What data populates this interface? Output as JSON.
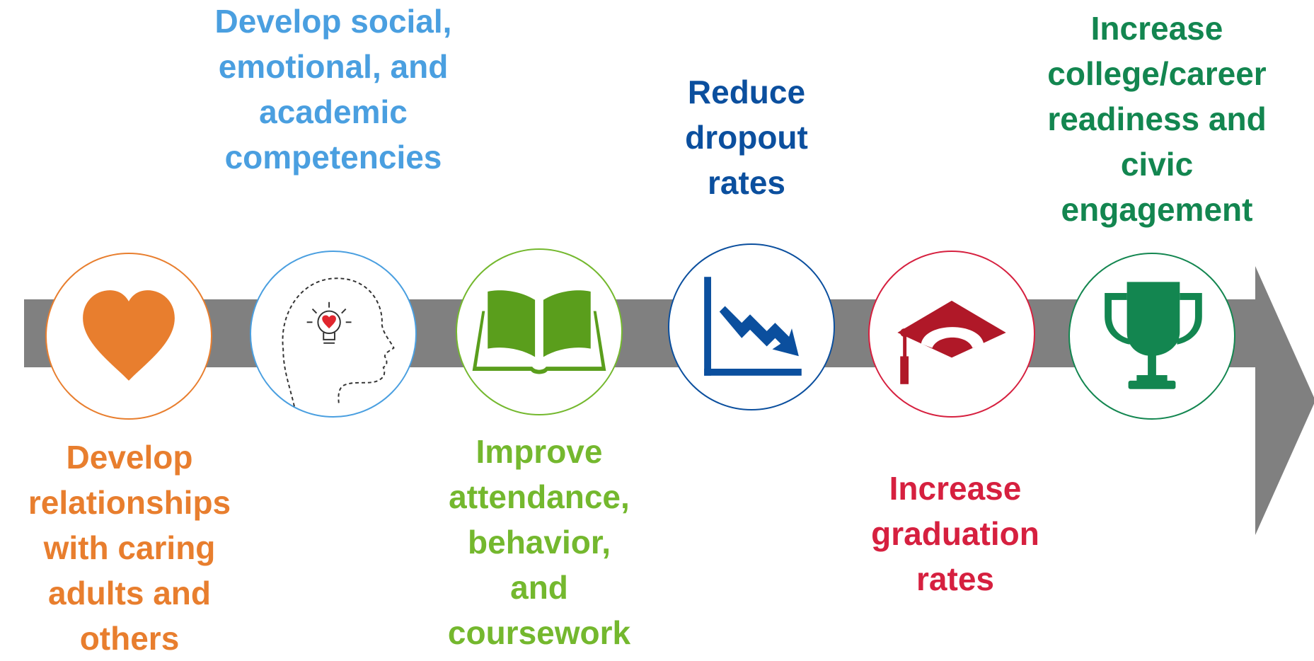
{
  "steps": [
    {
      "label": "Develop\nrelationships\nwith caring\nadults and\nothers",
      "color": "#E87E2E",
      "icon": "heart-icon"
    },
    {
      "label": "Develop social,\nemotional, and\nacademic\ncompetencies",
      "color": "#4A9FE0",
      "icon": "head-lightbulb-icon"
    },
    {
      "label": "Improve\nattendance,\nbehavior,\nand\ncoursework",
      "color": "#74B82E",
      "icon": "open-book-icon"
    },
    {
      "label": "Reduce\ndropout\nrates",
      "color": "#0B4F9E",
      "icon": "declining-chart-icon"
    },
    {
      "label": "Increase\ngraduation\nrates",
      "color": "#D6203F",
      "icon": "graduation-cap-icon"
    },
    {
      "label": "Increase\ncollege/career\nreadiness and\ncivic\nengagement",
      "color": "#138650",
      "icon": "trophy-icon"
    }
  ],
  "colors": {
    "arrow": "#808080",
    "book": "#5A9E1C",
    "cap": "#B01828",
    "head_outline": "#333333",
    "heart_small": "#E0262E"
  }
}
